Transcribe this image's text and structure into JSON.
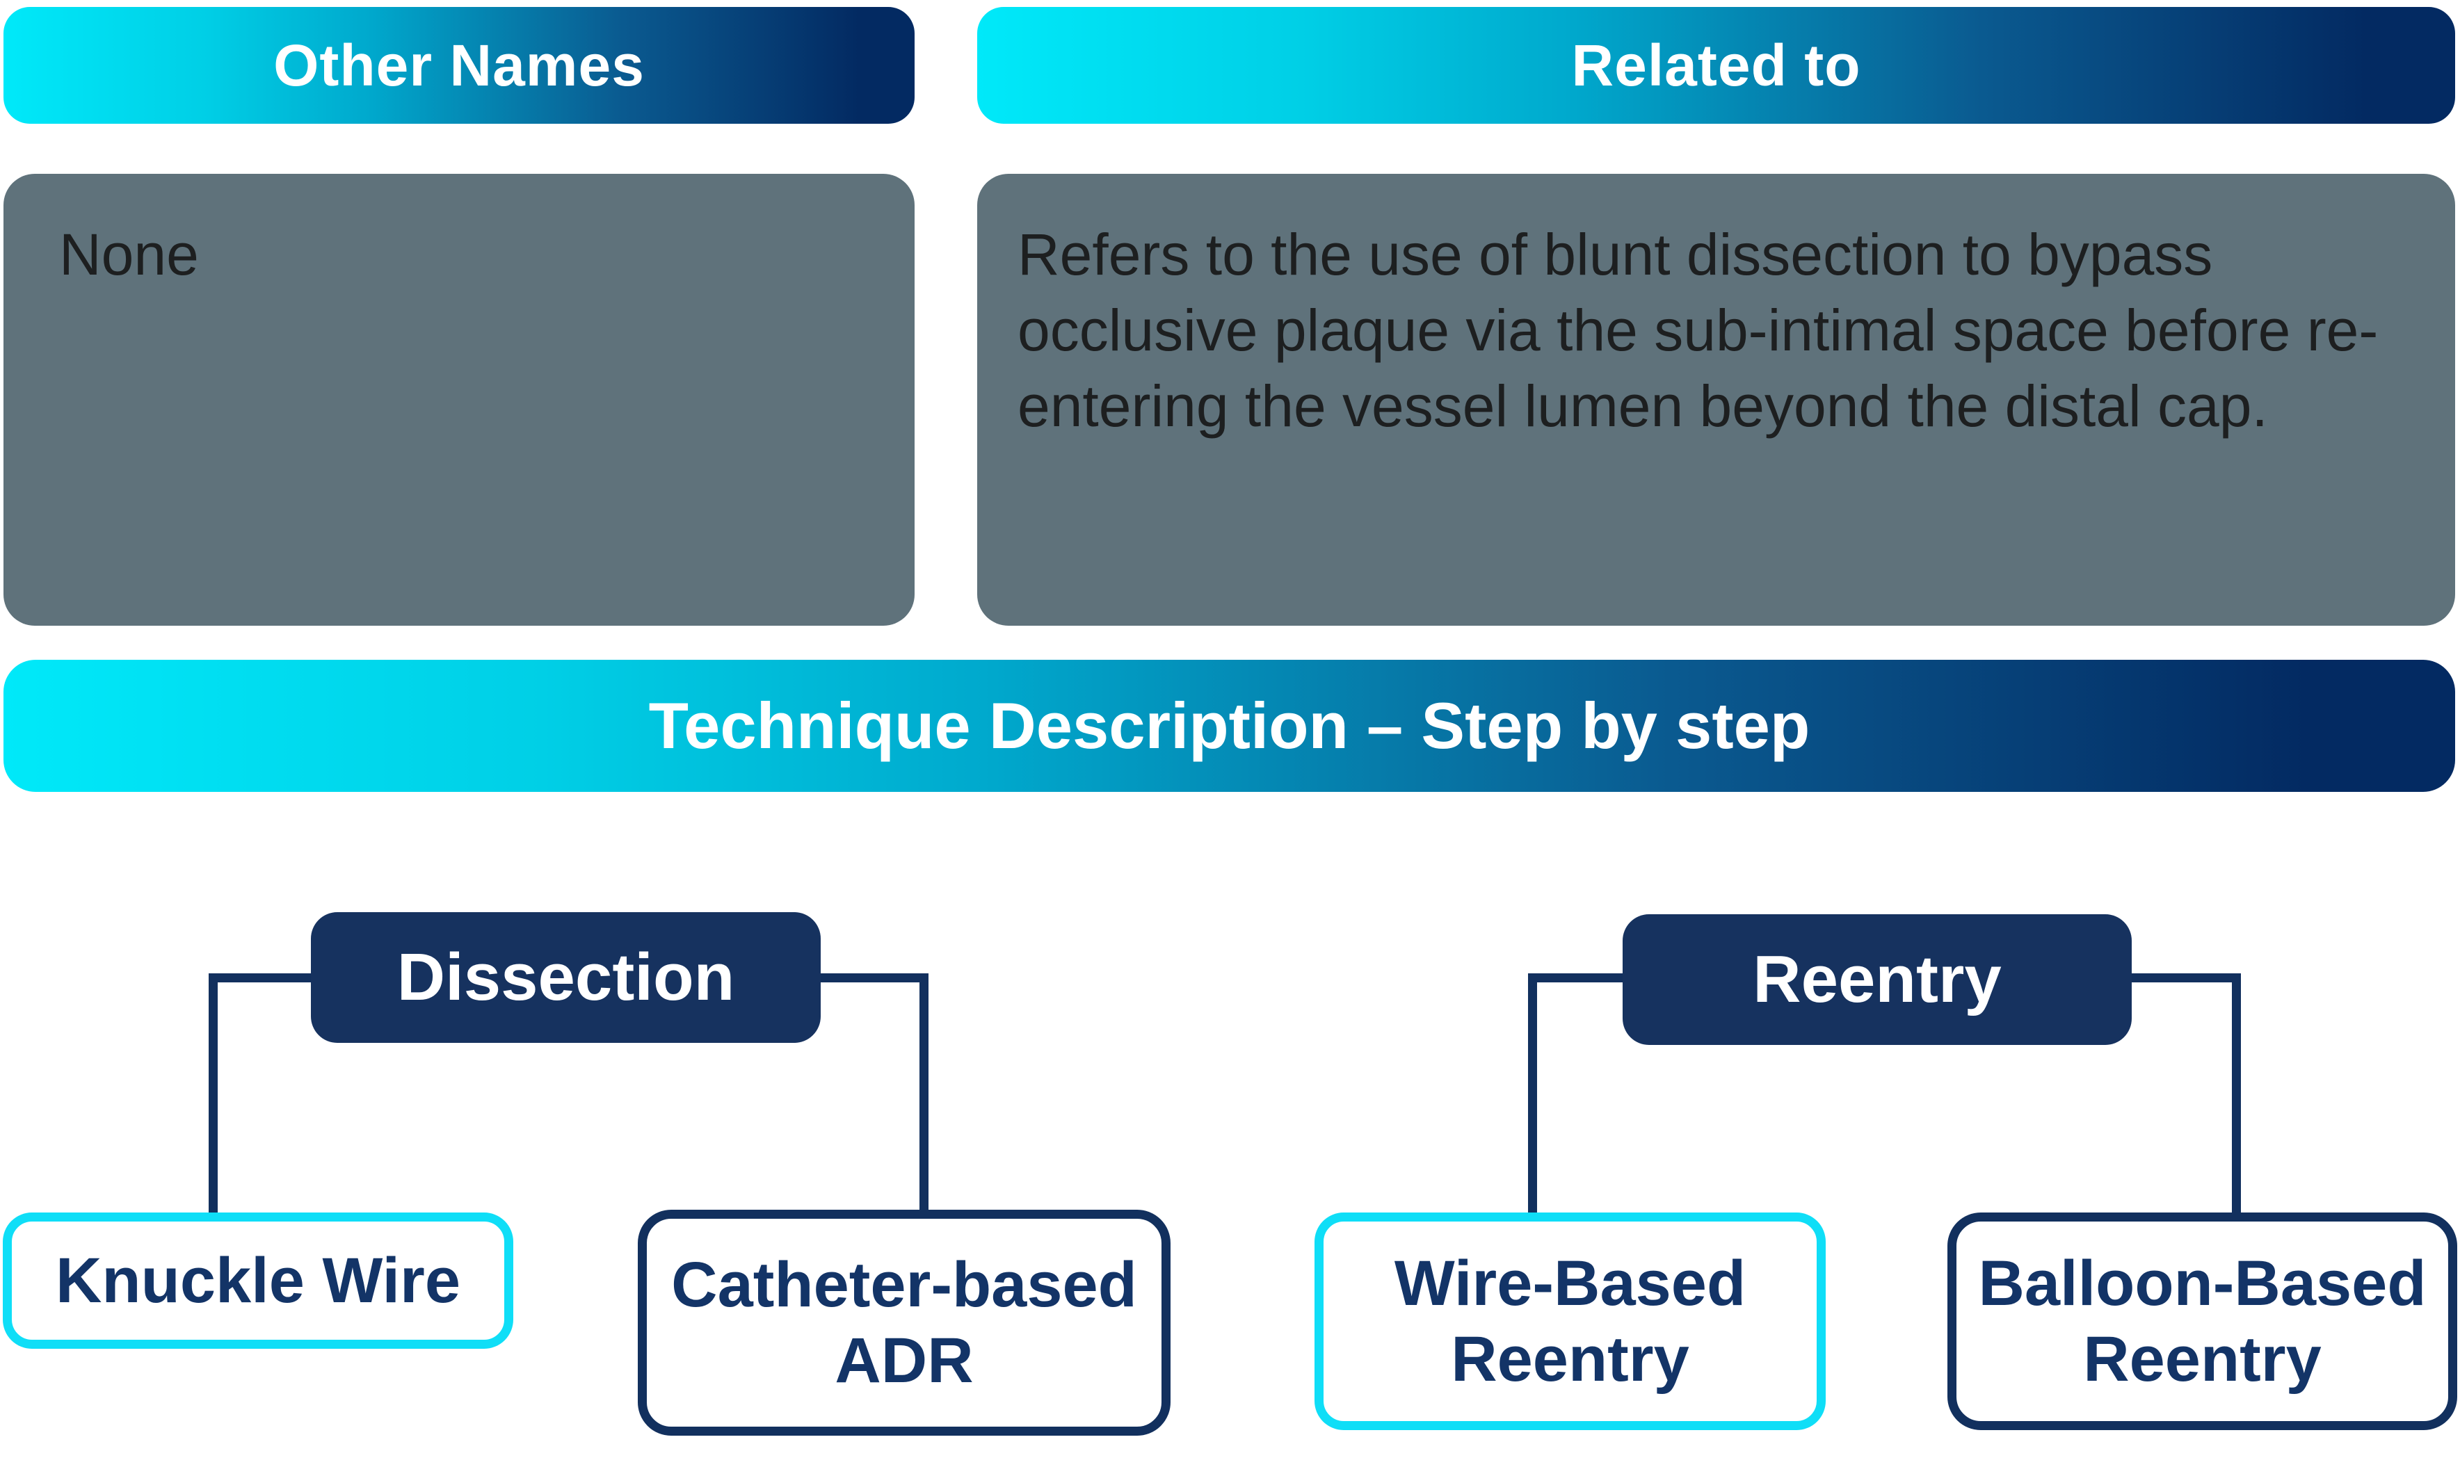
{
  "panels": {
    "other_names": {
      "title": "Other Names",
      "body": "None"
    },
    "related_to": {
      "title": "Related to",
      "body": "Refers to the use of blunt dissection to bypass occlusive plaque via the sub-intimal space before re-entering the vessel lumen beyond the distal cap."
    }
  },
  "banner": {
    "title": "Technique Description – Step by step"
  },
  "flowchart": {
    "trees": [
      {
        "parent": "Dissection",
        "children": [
          "Knuckle Wire",
          "Catheter-based ADR"
        ]
      },
      {
        "parent": "Reentry",
        "children": [
          "Wire-Based Reentry",
          "Balloon-Based Reentry"
        ]
      }
    ]
  },
  "colors": {
    "gradient_start_cyan": "#00e9f9",
    "gradient_end_navy": "#032a62",
    "node_navy_fill": "#16325f",
    "connector_navy": "#12305e",
    "highlight_cyan_border": "#0fdef7",
    "panel_gray": "#5f727b",
    "node_text_navy": "#133467",
    "body_text": "#1d1f20"
  }
}
